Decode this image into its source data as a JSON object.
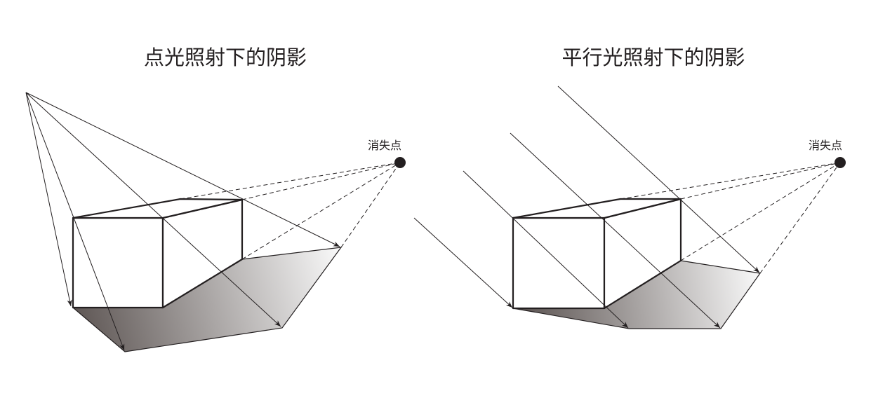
{
  "diagrams": [
    {
      "title": "点光照射下的阴影",
      "vanishing_point_label": "消失点",
      "light_type": "point"
    },
    {
      "title": "平行光照射下的阴影",
      "vanishing_point_label": "消失点",
      "light_type": "parallel"
    }
  ],
  "colors": {
    "ink": "#231f20",
    "shadow_dark": "#5b5351",
    "shadow_light": "#f7f7f7"
  }
}
